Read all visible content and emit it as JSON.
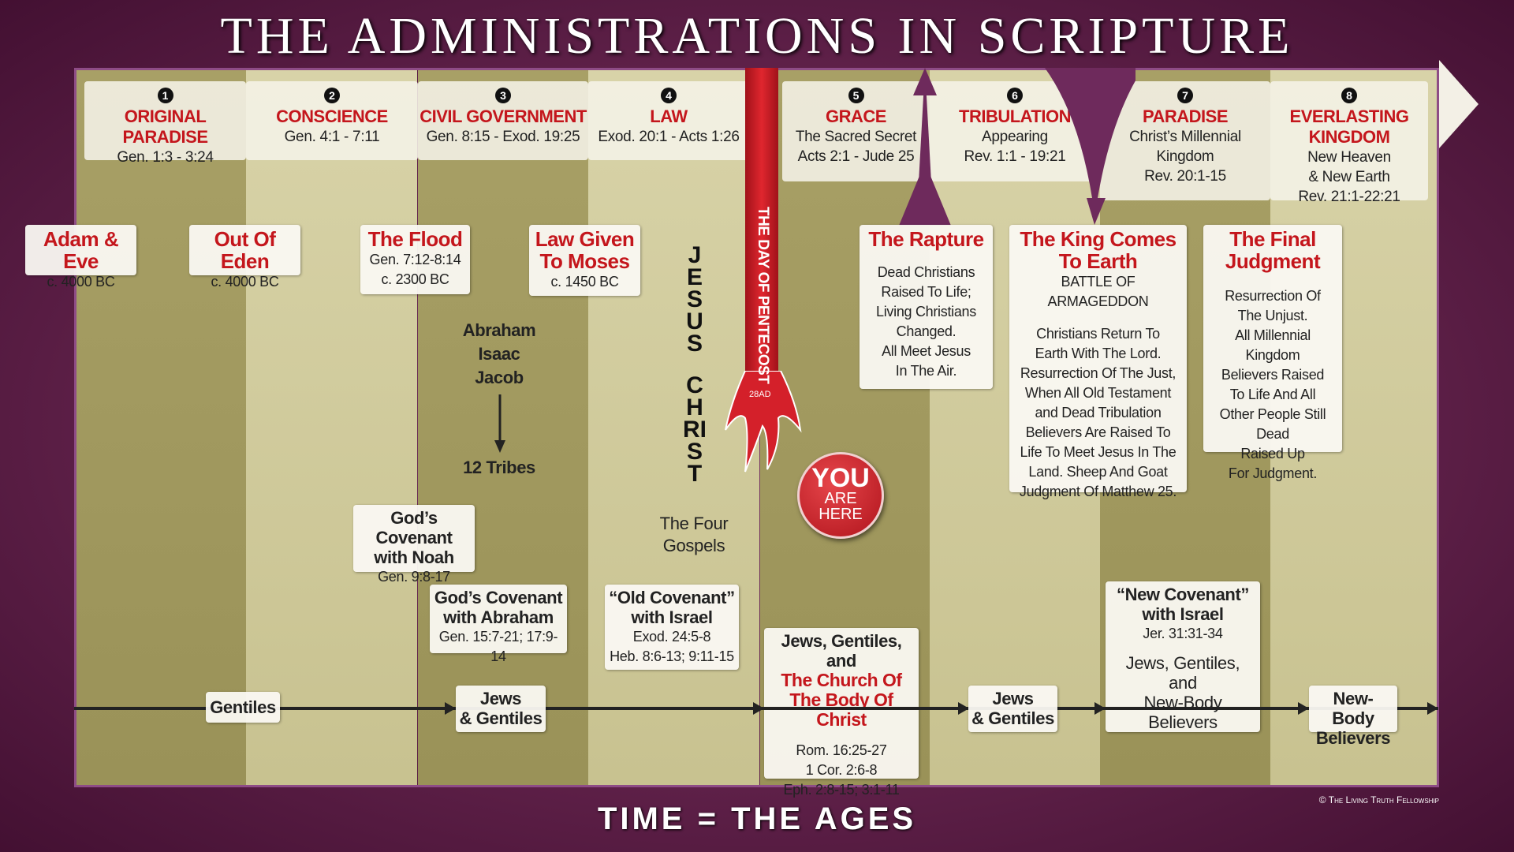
{
  "title": "THE ADMINISTRATIONS IN SCRIPTURE",
  "footer": "TIME = THE AGES",
  "copyright": "© The Living Truth Fellowship",
  "administrations": [
    {
      "num": "1",
      "name": "ORIGINAL PARADISE",
      "lines": [
        "Gen. 1:3 - 3:24"
      ]
    },
    {
      "num": "2",
      "name": "CONSCIENCE",
      "lines": [
        "Gen. 4:1 - 7:11"
      ]
    },
    {
      "num": "3",
      "name": "CIVIL GOVERNMENT",
      "lines": [
        "Gen. 8:15 - Exod. 19:25"
      ]
    },
    {
      "num": "4",
      "name": "LAW",
      "lines": [
        "Exod. 20:1 - Acts 1:26"
      ]
    },
    {
      "num": "5",
      "name": "GRACE",
      "lines": [
        "The Sacred Secret",
        "Acts 2:1 - Jude 25"
      ]
    },
    {
      "num": "6",
      "name": "TRIBULATION",
      "lines": [
        "Appearing",
        "Rev. 1:1 - 19:21"
      ]
    },
    {
      "num": "7",
      "name": "PARADISE",
      "lines": [
        "Christ’s Millennial",
        "Kingdom",
        "Rev. 20:1-15"
      ]
    },
    {
      "num": "8",
      "name": "EVERLASTING KINGDOM",
      "lines": [
        "New Heaven",
        "& New Earth",
        "Rev. 21:1-22:21"
      ]
    }
  ],
  "events": {
    "adam": {
      "title": "Adam & Eve",
      "date": "c. 4000 BC"
    },
    "eden": {
      "title": "Out Of Eden",
      "date": "c. 4000 BC"
    },
    "flood": {
      "title": "The  Flood",
      "ref": "Gen. 7:12-8:14",
      "date": "c. 2300 BC"
    },
    "law": {
      "title1": "Law Given",
      "title2": "To Moses",
      "date": "c. 1450 BC"
    },
    "patriarchs": [
      "Abraham",
      "Isaac",
      "Jacob"
    ],
    "tribes": "12 Tribes",
    "jesus": "JESUS",
    "christ": "CHRIST",
    "gospels": [
      "The  Four",
      "Gospels"
    ],
    "pentecost": "THE DAY OF PENTECOST",
    "pentecost_year": "28AD",
    "you_are_here": [
      "YOU",
      "ARE",
      "HERE"
    ],
    "rapture": {
      "title": "The Rapture",
      "lines": [
        "Dead Christians",
        "Raised To Life;",
        "Living Christians",
        "Changed.",
        "All Meet Jesus",
        "In The Air."
      ]
    },
    "king": {
      "title1": "The King Comes",
      "title2": "To Earth",
      "sub": "BATTLE OF ARMAGEDDON",
      "lines": [
        "Christians Return To",
        "Earth With The Lord.",
        "Resurrection Of The Just,",
        "When All Old  Testament",
        "and Dead Tribulation",
        "Believers Are Raised To",
        "Life To Meet Jesus In The",
        "Land. Sheep And Goat",
        "Judgment Of Matthew 25."
      ]
    },
    "judgment": {
      "title1": "The  Final",
      "title2": "Judgment",
      "lines": [
        "Resurrection Of",
        "The Unjust.",
        "All  Millennial Kingdom",
        "Believers Raised",
        "To Life And All",
        "Other People Still Dead",
        "Raised Up",
        "For Judgment."
      ]
    }
  },
  "covenants": {
    "noah": {
      "t1": "God’s Covenant",
      "t2": "with Noah",
      "ref": "Gen. 9:8-17"
    },
    "abraham": {
      "t1": "God’s Covenant",
      "t2": "with Abraham",
      "ref": "Gen. 15:7-21; 17:9-14"
    },
    "old": {
      "t1": "“Old Covenant”",
      "t2": "with Israel",
      "ref1": "Exod. 24:5-8",
      "ref2": "Heb. 8:6-13; 9:11-15"
    },
    "church": {
      "t1": "Jews, Gentiles, and",
      "r1": "The Church Of",
      "r2": "The Body Of Christ",
      "refs": [
        "Rom. 16:25-27",
        "1 Cor. 2:6-8",
        "Eph. 2:8-15; 3:1-11"
      ]
    },
    "new": {
      "t1": "“New Covenant”",
      "t2": "with Israel",
      "ref": "Jer. 31:31-34",
      "lines": [
        "Jews, Gentiles,",
        "and",
        "New-Body Believers"
      ]
    }
  },
  "people": {
    "gentiles": "Gentiles",
    "jg1": [
      "Jews",
      "& Gentiles"
    ],
    "jg2": [
      "Jews",
      "& Gentiles"
    ],
    "nb": [
      "New-Body",
      "Believers"
    ]
  }
}
